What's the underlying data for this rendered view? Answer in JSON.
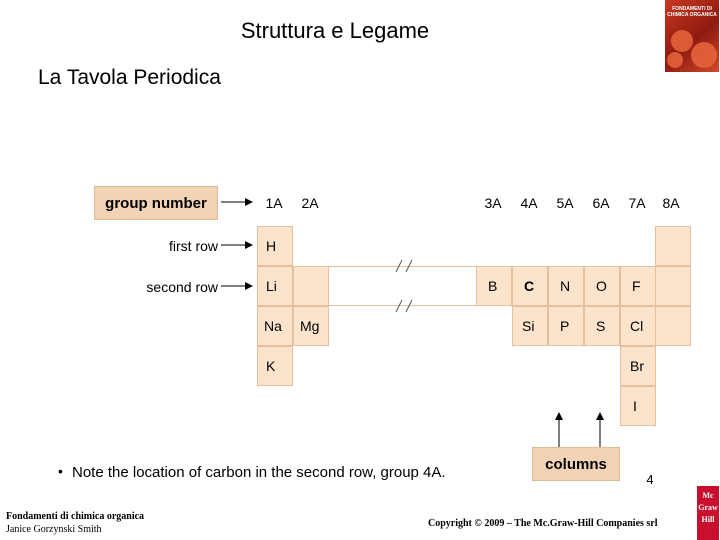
{
  "header": {
    "title": "Struttura e Legame",
    "subtitle": "La Tavola Periodica",
    "book_cover_text": "FONDAMENTI DI CHIMICA ORGANICA"
  },
  "diagram": {
    "group_number_label": "group number",
    "row_labels": {
      "first": "first row",
      "second": "second row"
    },
    "groups": {
      "g1": "1A",
      "g2": "2A",
      "g3": "3A",
      "g4": "4A",
      "g5": "5A",
      "g6": "6A",
      "g7": "7A",
      "g8": "8A"
    },
    "elements": {
      "H": "H",
      "Li": "Li",
      "Na": "Na",
      "Mg": "Mg",
      "K": "K",
      "B": "B",
      "C": "C",
      "N": "N",
      "O": "O",
      "F": "F",
      "Si": "Si",
      "P": "P",
      "S": "S",
      "Cl": "Cl",
      "Br": "Br",
      "I": "I"
    },
    "columns_label": "columns",
    "break_mark": "//"
  },
  "note": {
    "bullet": "•",
    "text": "Note the location of carbon in the second row, group 4A."
  },
  "footer": {
    "page_number": "4",
    "book_title": "Fondamenti di chimica organica",
    "author": "Janice Gorzynski Smith",
    "copyright": "Copyright © 2009 – The Mc.Graw-Hill Companies srl",
    "logo_text": [
      "Mc",
      "Graw",
      "Hill"
    ]
  }
}
